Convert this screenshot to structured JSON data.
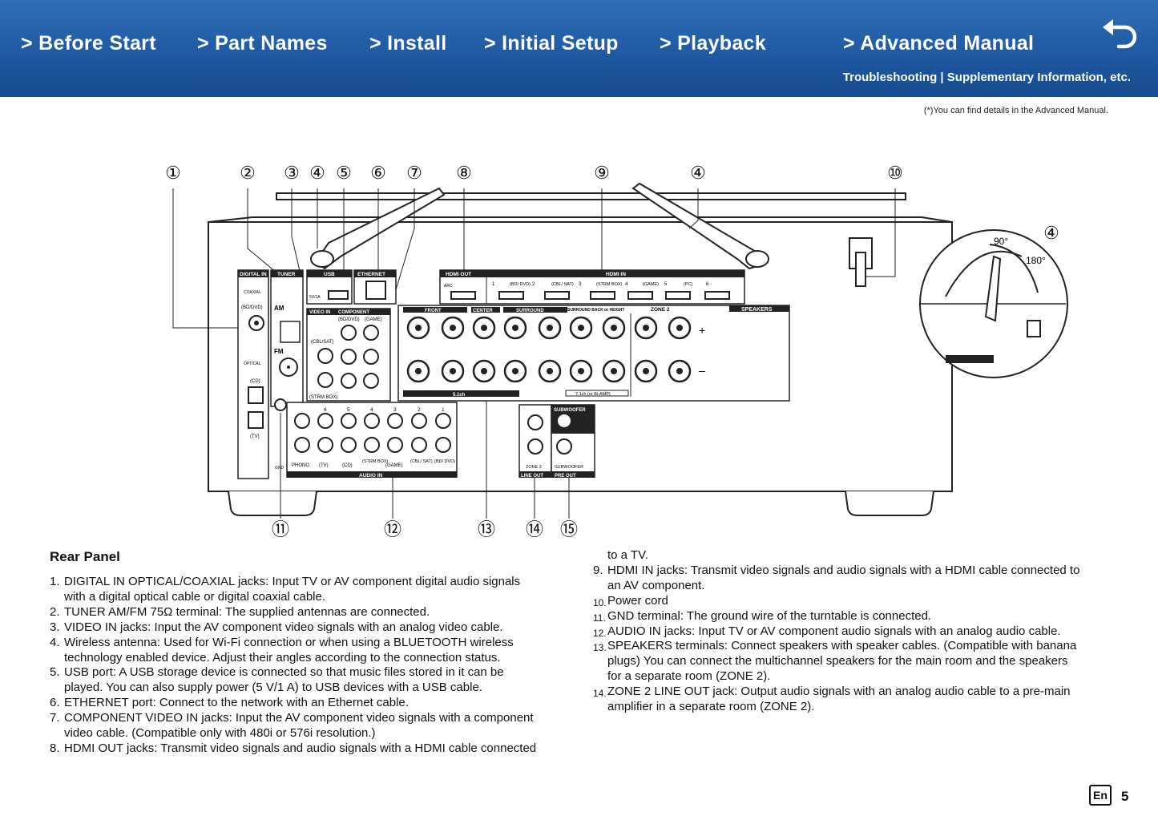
{
  "header": {
    "nav": [
      {
        "label": "> Before Start"
      },
      {
        "label": "> Part Names"
      },
      {
        "label": "> Install"
      },
      {
        "label": "> Initial Setup"
      },
      {
        "label": "> Playback"
      },
      {
        "label": "> Advanced Manual"
      }
    ],
    "sub_link": "Troubleshooting | Supplementary Information, etc.",
    "back_icon": "return-arrow-icon",
    "bg_color": "#1f5aa3"
  },
  "note": "(*)You can find details in the Advanced Manual.",
  "diagram": {
    "callouts_top": [
      "①",
      "②",
      "③",
      "④",
      "⑤",
      "⑥",
      "⑦",
      "⑧",
      "⑨",
      "④",
      "⑩"
    ],
    "callout_inset": "④",
    "callouts_bottom": [
      "⑪",
      "⑫",
      "⑬",
      "⑭",
      "⑮"
    ],
    "inset_angles": [
      "90°",
      "180°"
    ],
    "panel": {
      "digital_in": "DIGITAL IN",
      "coaxial": "COAXIAL",
      "bd_dvd": "(BD/DVD)",
      "optical": "OPTICAL",
      "cd": "(CD)",
      "tv": "(TV)",
      "tuner": "TUNER",
      "am": "AM",
      "fm": "FM",
      "usb": "USB",
      "usb_power": "5V/1A",
      "ethernet": "ETHERNET",
      "hdmi_out": "HDMI OUT",
      "arc": "ARC",
      "hdmi_in": "HDMI IN",
      "hdmi_in_labels": [
        "1",
        "(BD/ DVD)",
        "2",
        "(CBL/ SAT)",
        "3",
        "(STRM BOX)",
        "4",
        "(GAME)",
        "5",
        "(PC)",
        "6"
      ],
      "video_in": "VIDEO IN",
      "component": "COMPONENT",
      "cbl_sat": "(CBL/SAT)",
      "strm_box": "(STRM BOX)",
      "game": "(GAME)",
      "speakers": "SPEAKERS",
      "front": "FRONT",
      "center": "CENTER",
      "surround": "SURROUND",
      "surround_back": "SURROUND BACK or HEIGHT",
      "zone2": "ZONE 2",
      "ch51": "5.1ch",
      "ch71": "7.1ch (or Bi-AMP)",
      "audio_in": "AUDIO IN",
      "audio_in_labels": [
        "PHONO",
        "(TV)",
        "(CD)",
        "(STRM BOX)",
        "(GAME)",
        "(CBL/ SAT)",
        "(BD/ DVD)"
      ],
      "audio_in_nums": [
        "6",
        "5",
        "4",
        "3",
        "2",
        "1"
      ],
      "gnd": "GND",
      "line_out": "LINE OUT",
      "pre_out": "PRE OUT",
      "subwoofer": "SUBWOOFER",
      "zone2_jack": "ZONE 2"
    }
  },
  "rear_panel_title": "Rear Panel",
  "left_items": [
    {
      "num": "1.",
      "text": "DIGITAL IN OPTICAL/COAXIAL jacks: Input TV or AV component digital audio signals",
      "cont": "with a digital optical cable or digital coaxial cable."
    },
    {
      "num": "2.",
      "text": "TUNER AM/FM 75Ω terminal: The supplied antennas are connected.",
      "cont": ""
    },
    {
      "num": "3.",
      "text": "VIDEO IN jacks: Input the AV component video signals with an analog video cable.",
      "cont": ""
    },
    {
      "num": "4.",
      "text": "Wireless antenna: Used for Wi-Fi connection or when using a BLUETOOTH wireless",
      "cont": "technology enabled device. Adjust their angles according to the connection status."
    },
    {
      "num": "5.",
      "text": "USB port: A USB storage device is connected so that music files stored in it can be",
      "cont": "played. You can also supply power (5 V/1 A) to USB devices with a USB cable."
    },
    {
      "num": "6.",
      "text": "ETHERNET port: Connect to the network with an Ethernet cable.",
      "cont": ""
    },
    {
      "num": "7.",
      "text": "COMPONENT VIDEO IN jacks: Input the AV component video signals with a component",
      "cont": "video cable. (Compatible only with 480i or 576i resolution.)"
    },
    {
      "num": "8.",
      "text": "HDMI OUT jacks: Transmit video signals and audio signals with a HDMI cable connected",
      "cont": ""
    }
  ],
  "right_items": [
    {
      "num": "",
      "text": "to a TV.",
      "cont": ""
    },
    {
      "num": "9.",
      "text": "HDMI IN jacks: Transmit video signals and audio signals with a HDMI cable connected to",
      "cont": "an AV component."
    },
    {
      "num": "10.",
      "text": "Power cord",
      "cont": ""
    },
    {
      "num": "11.",
      "text": "GND terminal: The ground wire of the turntable is connected.",
      "cont": ""
    },
    {
      "num": "12.",
      "text": "AUDIO IN jacks: Input TV or AV component audio signals with an analog audio cable.",
      "cont": ""
    },
    {
      "num": "13.",
      "text": "SPEAKERS terminals: Connect speakers with speaker cables. (Compatible with banana",
      "cont": "plugs) You can connect the multichannel speakers for the main room and the speakers"
    },
    {
      "num": "",
      "text": "",
      "cont": "for a separate room (ZONE 2)."
    },
    {
      "num": "14.",
      "text": "ZONE 2 LINE OUT jack: Output audio signals with an analog audio cable to a pre-main",
      "cont": "amplifier in a separate room (ZONE 2)."
    }
  ],
  "footer": {
    "lang": "En",
    "page": "5"
  }
}
